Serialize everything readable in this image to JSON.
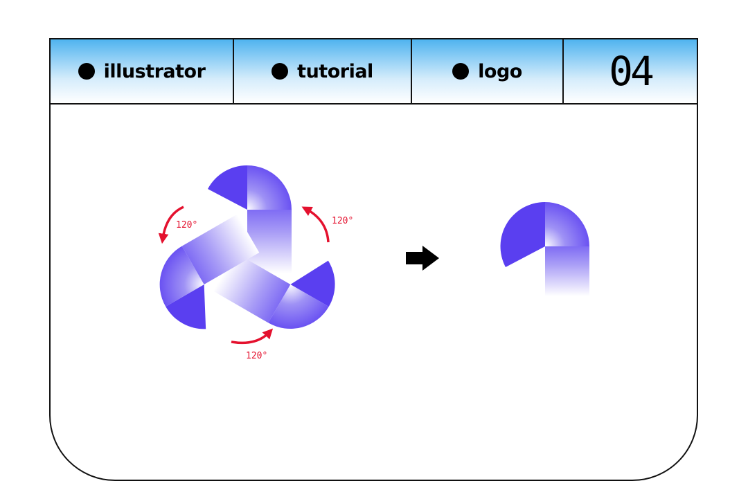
{
  "header": {
    "tags": [
      "illustrator",
      "tutorial",
      "logo"
    ],
    "number": "04"
  },
  "diagram": {
    "rotation_labels": [
      "120°",
      "120°",
      "120°"
    ],
    "colors": {
      "accent_purple": "#5a3ff0",
      "light_purple": "#a99cf5",
      "rotation_arrow": "#e4112e",
      "header_blue": "#4fb3ef"
    },
    "icons": [
      "rotate-arrow-icon",
      "right-arrow-icon"
    ]
  }
}
